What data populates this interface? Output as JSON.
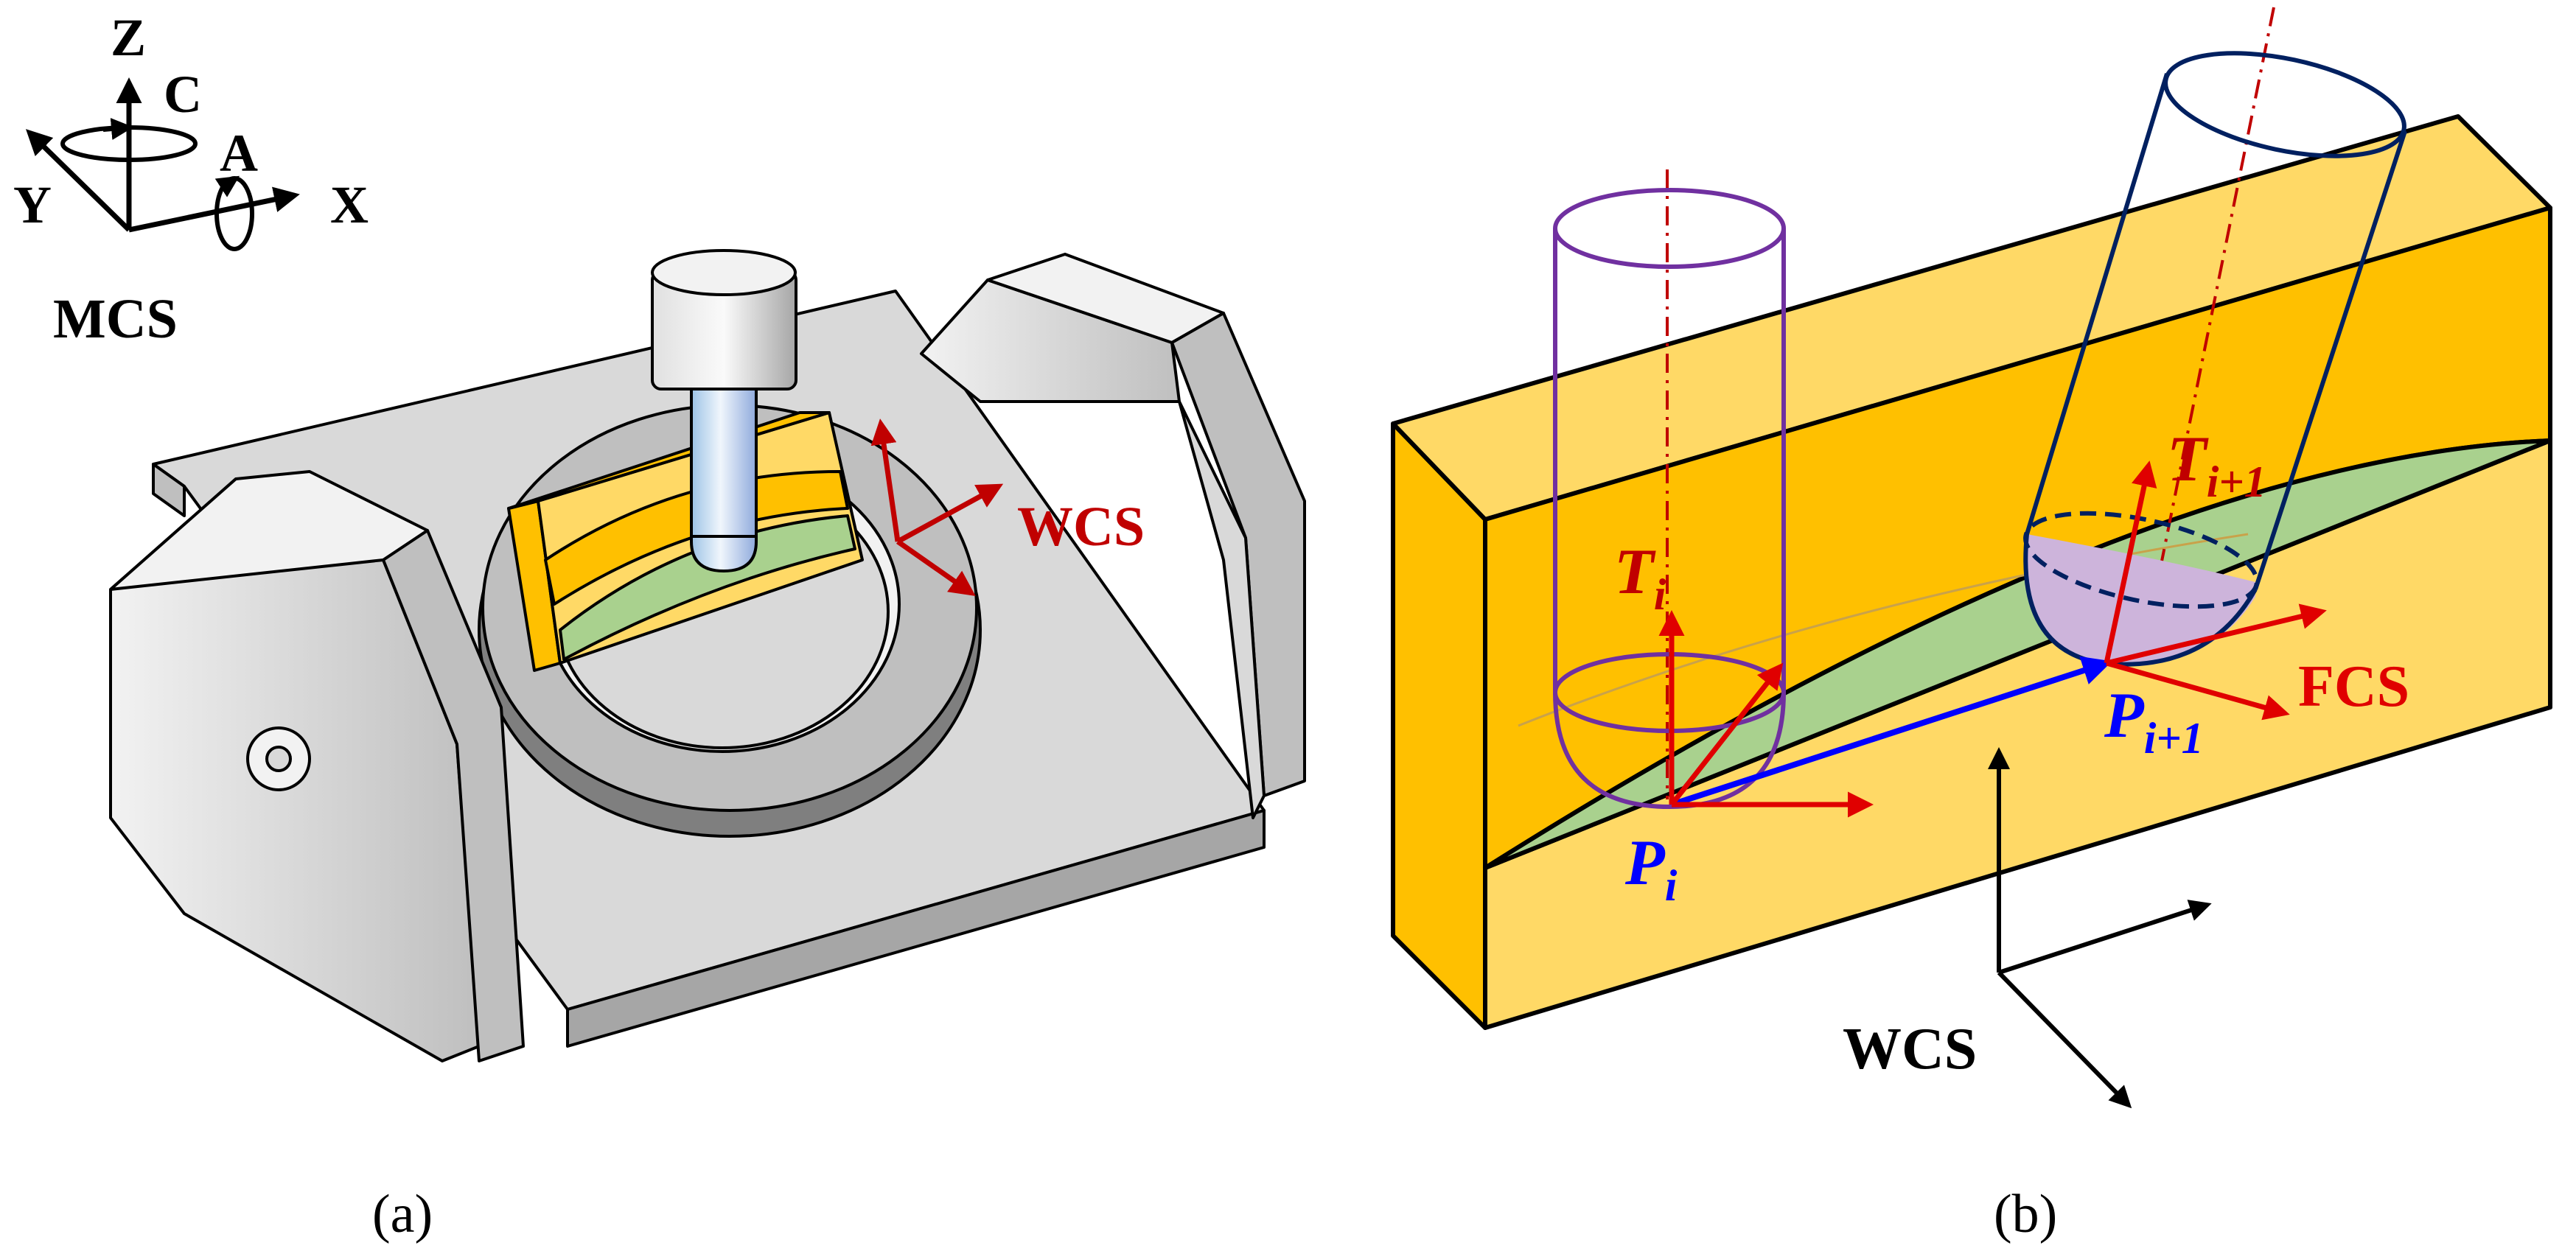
{
  "panel_a": {
    "machine_axes": {
      "z": "Z",
      "c": "C",
      "y": "Y",
      "a": "A",
      "x": "X"
    },
    "mcs_label": "MCS",
    "wcs_label": "WCS",
    "caption": "(a)"
  },
  "panel_b": {
    "tool_axis_i": {
      "base": "T",
      "sub": "i"
    },
    "tool_axis_i1": {
      "base": "T",
      "sub": "i+1"
    },
    "point_i": {
      "base": "P",
      "sub": "i"
    },
    "point_i1": {
      "base": "P",
      "sub": "i+1"
    },
    "fcs_label": "FCS",
    "wcs_label": "WCS",
    "caption": "(b)"
  },
  "colors": {
    "workpiece_orange": "#FFC000",
    "workpiece_light": "#FFD966",
    "machined_surface": "#A9D18E",
    "machine_gray": "#D9D9D9",
    "axis_red": "#E00000",
    "label_red": "#C00000",
    "path_blue": "#0000FF",
    "tool_purple": "#7030A0",
    "tool_navy": "#002060",
    "tool_steel": "#BDD7EE"
  }
}
